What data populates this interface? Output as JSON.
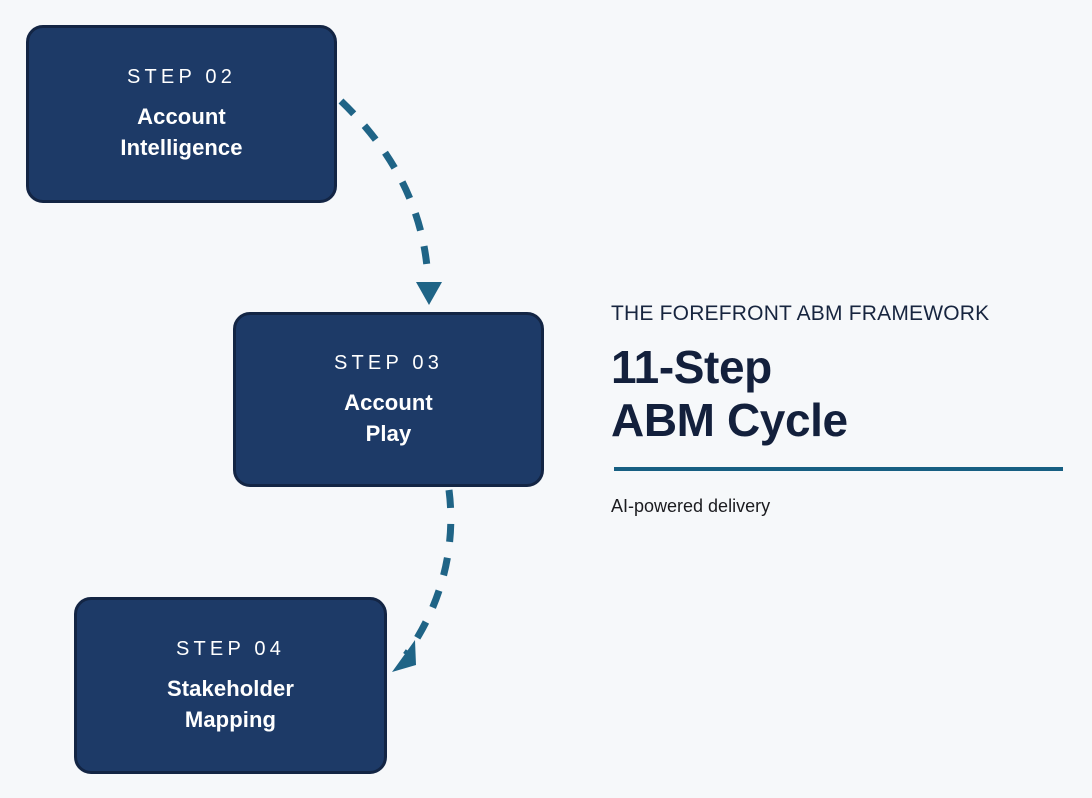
{
  "page": {
    "background_color": "#f6f8fa"
  },
  "theme": {
    "card_fill": "#1d3a67",
    "card_border": "#132544",
    "card_text": "#ffffff",
    "accent_teal": "#175f82",
    "headline_navy": "#13203c"
  },
  "diagram": {
    "type": "flow",
    "steps": [
      {
        "eyebrow": "STEP 02",
        "title_line_1": "Account",
        "title_line_2": "Intelligence",
        "title": "Account Intelligence"
      },
      {
        "eyebrow": "STEP 03",
        "title_line_1": "Account",
        "title_line_2": "Play",
        "title": "Account Play"
      },
      {
        "eyebrow": "STEP 04",
        "title_line_1": "Stakeholder",
        "title_line_2": "Mapping",
        "title": "Stakeholder Mapping"
      }
    ],
    "connectors": [
      {
        "from": "STEP 02",
        "to": "STEP 03",
        "style": "dashed",
        "arrow": "down",
        "color": "#1f6486"
      },
      {
        "from": "STEP 03",
        "to": "STEP 04",
        "style": "dashed",
        "arrow": "down-left",
        "color": "#1f6486"
      }
    ]
  },
  "info": {
    "eyebrow": "THE FOREFRONT ABM FRAMEWORK",
    "headline_line_1": "11-Step",
    "headline_line_2": "ABM Cycle",
    "subtitle": "AI-powered delivery"
  }
}
